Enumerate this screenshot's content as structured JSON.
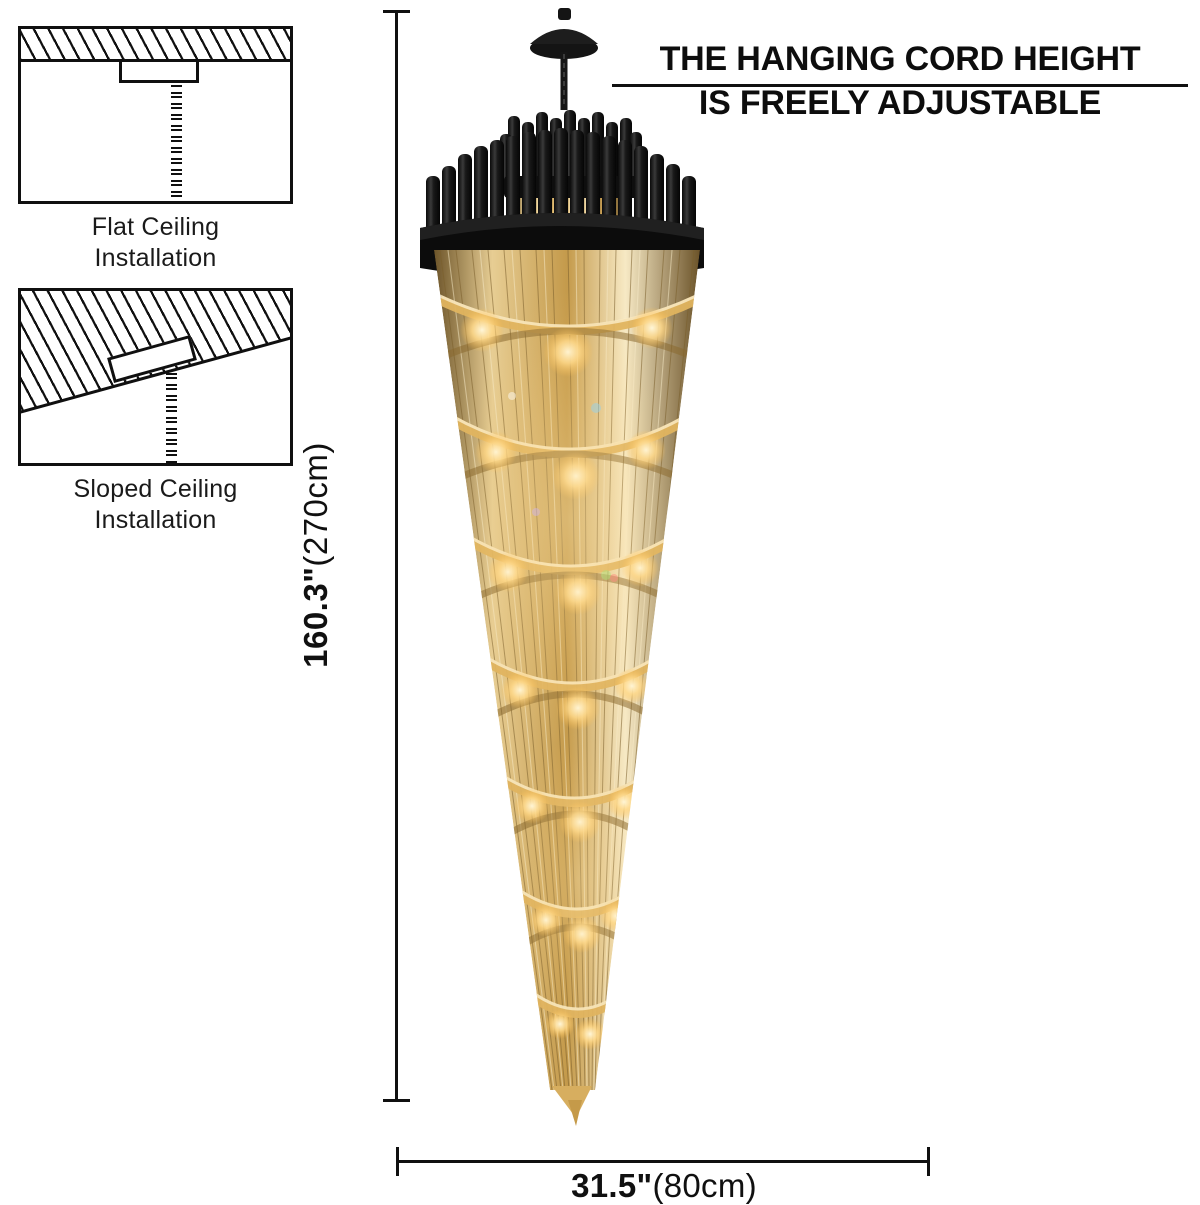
{
  "product": {
    "type": "spiral-crystal-chandelier",
    "finish_colors": {
      "metal": "#141414",
      "crystal_warm": "#e8c273",
      "crystal_light": "#f6e4bb",
      "glow": "#ffd98a"
    }
  },
  "callout": {
    "line1": "THE HANGING CORD HEIGHT",
    "line2": "IS FREELY ADJUSTABLE"
  },
  "dimensions": {
    "height": {
      "value": "160.3\"",
      "metric": "(270cm)",
      "orientation": "vertical"
    },
    "width": {
      "value": "31.5\"",
      "metric": "(80cm)",
      "orientation": "horizontal"
    }
  },
  "installations": [
    {
      "id": "flat",
      "caption_line1": "Flat Ceiling",
      "caption_line2": "Installation"
    },
    {
      "id": "sloped",
      "caption_line1": "Sloped Ceiling",
      "caption_line2": "Installation"
    }
  ]
}
